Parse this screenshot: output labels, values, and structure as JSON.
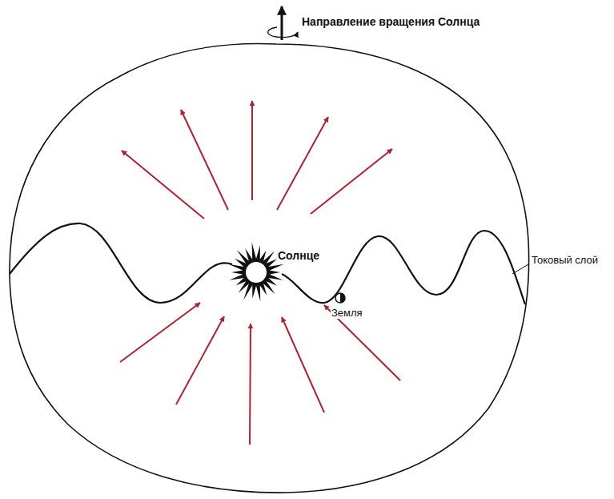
{
  "diagram": {
    "labels": [
      "Направление вращения Солнца",
      "Солнце",
      "Земля",
      "Токовый слой"
    ]
  }
}
